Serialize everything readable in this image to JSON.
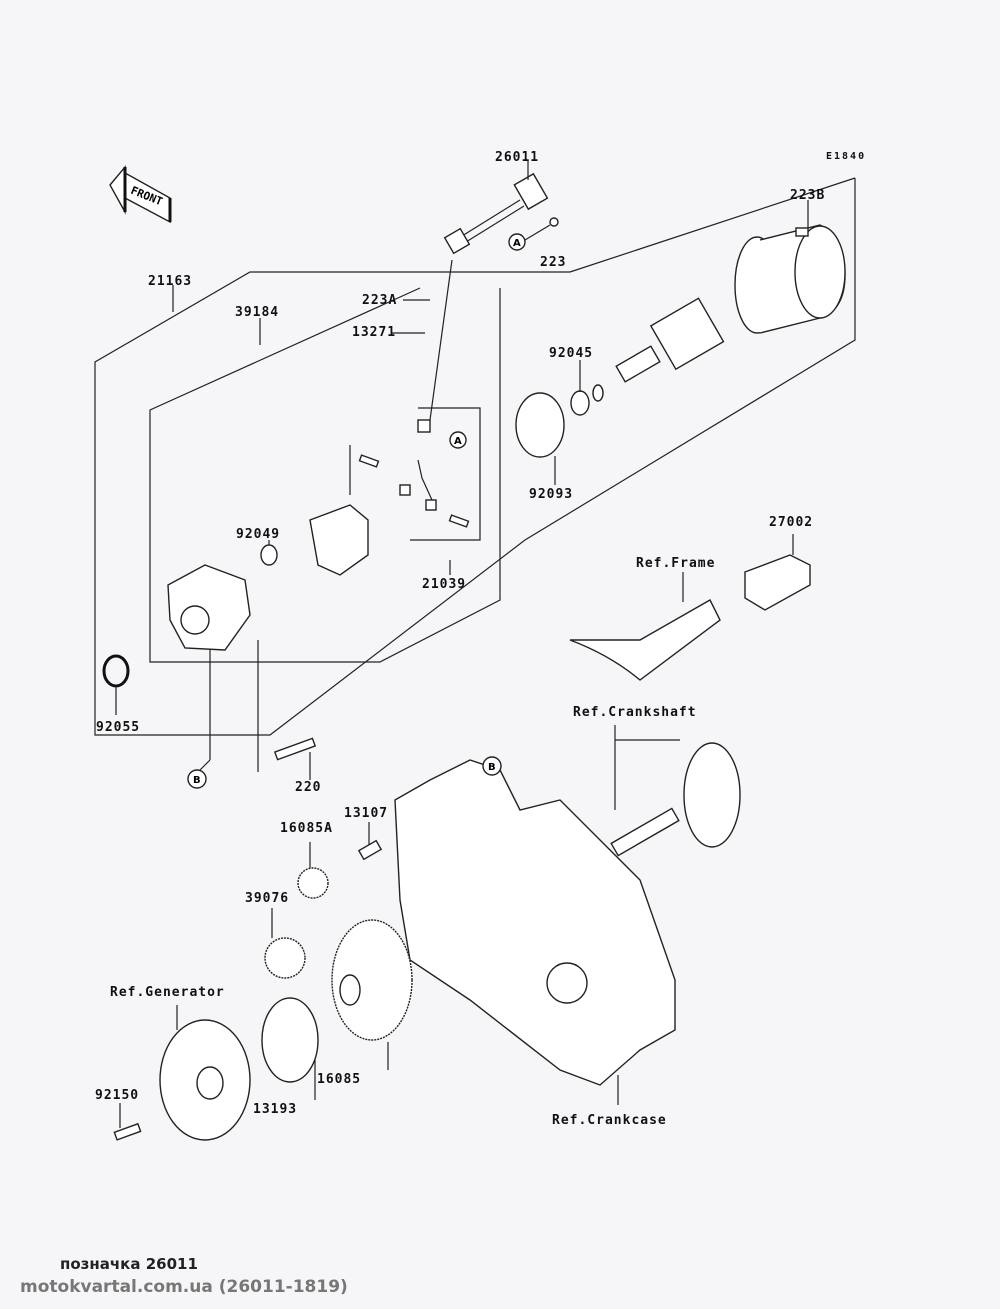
{
  "diagram": {
    "code": "E1840",
    "front_arrow_label": "FRONT",
    "callouts": {
      "a": "A",
      "b": "B"
    },
    "labels": {
      "p26011": "26011",
      "p223": "223",
      "p223b": "223B",
      "p21163": "21163",
      "p39184": "39184",
      "p223a": "223A",
      "p13271": "13271",
      "p92045": "92045",
      "p92093": "92093",
      "p92049": "92049",
      "p21039": "21039",
      "p27002": "27002",
      "ref_frame": "Ref.Frame",
      "p92055": "92055",
      "ref_crankshaft": "Ref.Crankshaft",
      "p220": "220",
      "p13107": "13107",
      "p16085a": "16085A",
      "p39076": "39076",
      "ref_generator": "Ref.Generator",
      "p92150": "92150",
      "p13193": "13193",
      "p16085": "16085",
      "ref_crankcase": "Ref.Crankcase"
    }
  },
  "caption": {
    "line1": "позначка 26011",
    "line2": "motokvartal.com.ua (26011-1819)"
  }
}
